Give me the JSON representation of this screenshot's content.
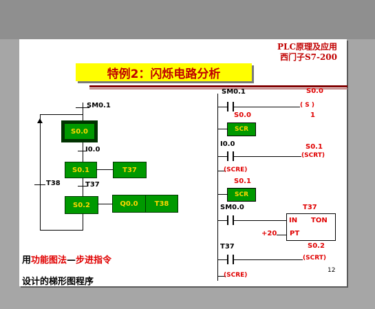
{
  "header": {
    "line1": "PLC原理及应用",
    "line2": "西门子S7-200"
  },
  "title": "特例2：闪烁电路分析",
  "sfc": {
    "init_transition": "SM0.1",
    "steps": {
      "s0": "S0.0",
      "s1": "S0.1",
      "s2": "S0.2"
    },
    "transitions": {
      "t1": "I0.0",
      "t2": "T37",
      "t_back": "T38"
    },
    "actions": {
      "s1_timer": "T37",
      "s2_output": "Q0.0",
      "s2_timer": "T38"
    }
  },
  "ladder": {
    "r1": {
      "contact": "SM0.1",
      "coil_op": "S",
      "coil_addr": "S0.0",
      "coil_n": "1"
    },
    "r2": {
      "scr_addr": "S0.0",
      "scr_label": "SCR"
    },
    "r3": {
      "contact": "I0.0",
      "coil_op": "SCRT",
      "coil_addr": "S0.1"
    },
    "r4": {
      "coil_op": "SCRE"
    },
    "r5": {
      "scr_addr": "S0.1",
      "scr_label": "SCR"
    },
    "r6": {
      "contact": "SM0.0",
      "timer_name": "T37",
      "in_label": "IN",
      "ton_label": "TON",
      "pt_label": "PT",
      "pt_value": "+20"
    },
    "r7": {
      "contact": "T37",
      "coil_op": "SCRT",
      "coil_addr": "S0.2"
    },
    "r8": {
      "coil_op": "SCRE"
    }
  },
  "footer": {
    "p1_a": "用",
    "p1_b": "功能图法",
    "p1_c": "—",
    "p1_d": "步进指令",
    "p2": "设计的梯形图程序",
    "page_num": "12"
  },
  "colors": {
    "step_fill": "#009900",
    "step_text": "#ffd700",
    "title_bg": "#ffff00",
    "accent_red": "#e00000"
  }
}
